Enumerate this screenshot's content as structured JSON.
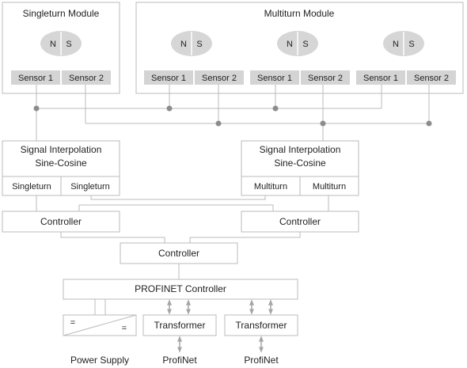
{
  "singleturn_module": {
    "title": "Singleturn Module",
    "magnet": {
      "n": "N",
      "s": "S"
    },
    "sensor1": "Sensor 1",
    "sensor2": "Sensor 2"
  },
  "multiturn_module": {
    "title": "Multiturn Module",
    "groups": [
      {
        "magnet": {
          "n": "N",
          "s": "S"
        },
        "sensor1": "Sensor 1",
        "sensor2": "Sensor 2"
      },
      {
        "magnet": {
          "n": "N",
          "s": "S"
        },
        "sensor1": "Sensor 1",
        "sensor2": "Sensor 2"
      },
      {
        "magnet": {
          "n": "N",
          "s": "S"
        },
        "sensor1": "Sensor 1",
        "sensor2": "Sensor 2"
      }
    ]
  },
  "interp_left": {
    "line1": "Signal Interpolation",
    "line2": "Sine-Cosine",
    "cell1": "Singleturn",
    "cell2": "Singleturn"
  },
  "interp_right": {
    "line1": "Signal Interpolation",
    "line2": "Sine-Cosine",
    "cell1": "Multiturn",
    "cell2": "Multiturn"
  },
  "controller_left": "Controller",
  "controller_right": "Controller",
  "controller_main": "Controller",
  "profinet_controller": "PROFINET Controller",
  "power_supply": {
    "eq_top": "=",
    "eq_bottom": "=",
    "label": "Power Supply"
  },
  "transformer_left": "Transformer",
  "transformer_right": "Transformer",
  "profinet_left": "ProfiNet",
  "profinet_right": "ProfiNet",
  "colors": {
    "line": "#bbbbbb",
    "dot": "#8c8c8c",
    "sensor_fill": "#d4d4d4",
    "magnet_fill": "#d6d6d6",
    "box_border": "#bbbbbb",
    "arrow": "#a5a5a5"
  }
}
